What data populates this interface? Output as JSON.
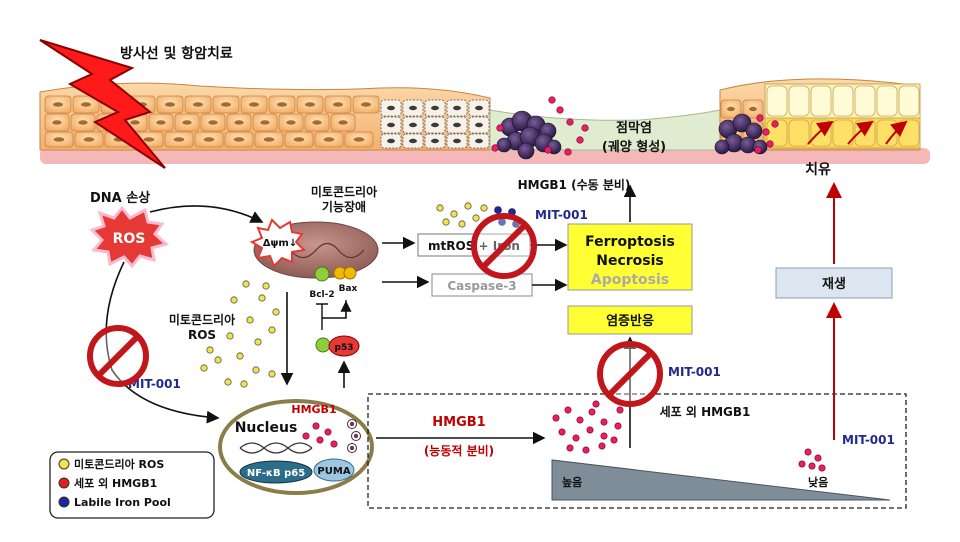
{
  "title": "방사선 및 항암치료",
  "labels": {
    "dna_damage": "DNA 손상",
    "ros": "ROS",
    "mito_dysfunction_1": "미토콘드리아",
    "mito_dysfunction_2": "기능장애",
    "delta_psi": "Δψm↓",
    "bcl2": "Bcl-2",
    "bax": "Bax",
    "p53": "p53",
    "mito_ros_1": "미토콘드리아",
    "mito_ros_2": "ROS",
    "nucleus": "Nucleus",
    "nfkb": "NF-κB p65",
    "puma": "PUMA",
    "hmgb1_nucleus": "HMGB1",
    "hmgb1_active_1": "HMGB1",
    "hmgb1_active_2": "(능동적 분비)",
    "mtros_iron": "mtROS + Iron",
    "caspase3": "Caspase-3",
    "ferroptosis": "Ferroptosis",
    "necrosis": "Necrosis",
    "apoptosis": "Apoptosis",
    "inflammation": "염증반응",
    "mucositis_1": "점막염",
    "mucositis_2": "(궤양 형성)",
    "hmgb1_passive": "HMGB1 (수동 분비)",
    "healing": "치유",
    "regeneration": "재생",
    "extracellular_hmgb1": "세포 외 HMGB1",
    "high": "높음",
    "low": "낮음",
    "mit001_a": "MIT-001",
    "mit001_b": "MIT-001",
    "mit001_c": "MIT-001",
    "mit001_d": "MIT-001"
  },
  "legend": [
    {
      "label": "미토콘드리아 ROS",
      "color": "#f2e24a"
    },
    {
      "label": "세포 외 HMGB1",
      "color": "#e02020"
    },
    {
      "label": "Labile Iron Pool",
      "color": "#1a2a9a"
    }
  ],
  "colors": {
    "mit001": "#1f2a8c",
    "hmgb1_red": "#c00000",
    "prohibit": "#c0161c",
    "yellow_box": "#ffff33",
    "regen_box": "#dce6f1"
  }
}
